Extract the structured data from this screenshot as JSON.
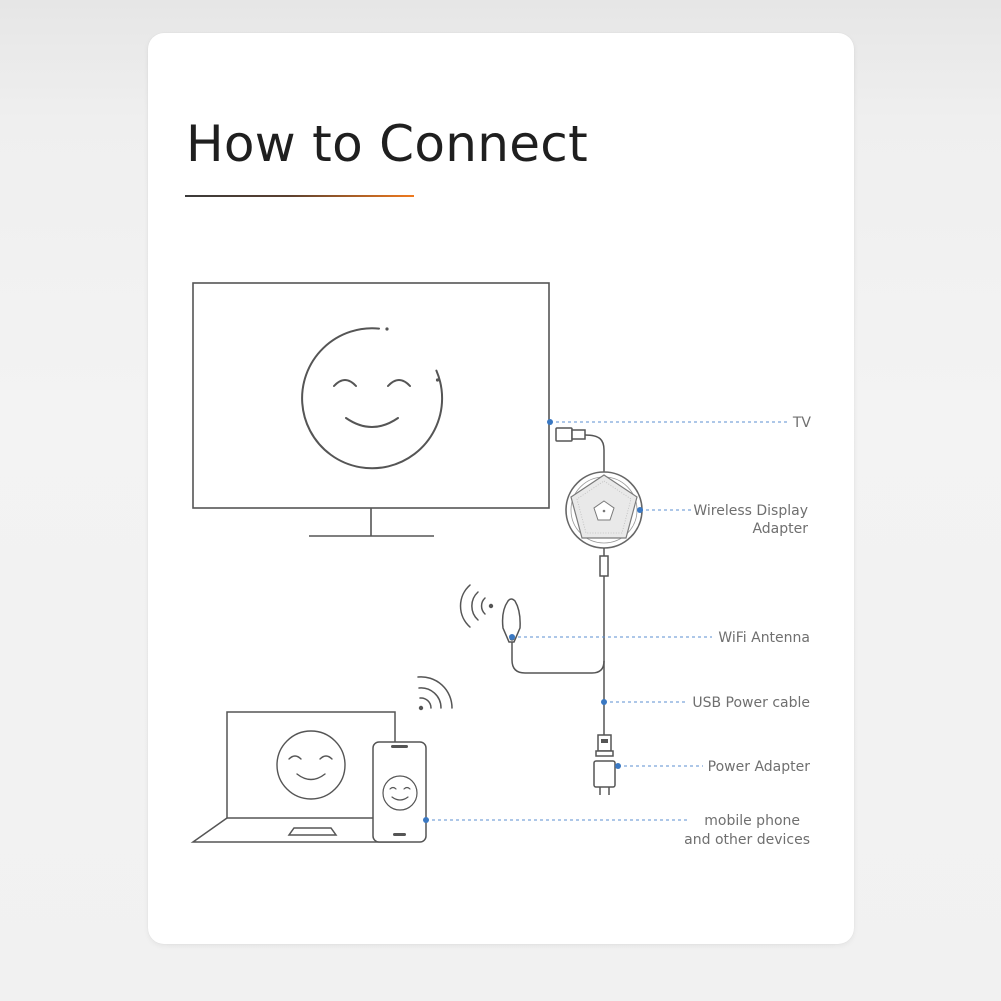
{
  "title": "How to Connect",
  "accent_colors": {
    "underline_start": "#3a3a3a",
    "underline_end": "#f07a1e",
    "leader_line": "#5b8fd0",
    "line_art": "#555555"
  },
  "labels": {
    "tv": "TV",
    "adapter_line1": "Wireless Display",
    "adapter_line2": "Adapter",
    "wifi_antenna": "WiFi Antenna",
    "usb_power_cable": "USB Power cable",
    "power_adapter": "Power Adapter",
    "mobile_line1": "mobile phone",
    "mobile_line2": "and other devices"
  },
  "icons": [
    "tv-icon",
    "smiley-face-icon",
    "hdmi-plug-icon",
    "wireless-display-adapter-icon",
    "wifi-antenna-icon",
    "wifi-signal-icon",
    "usb-plug-icon",
    "power-adapter-icon",
    "laptop-icon",
    "smartphone-icon"
  ]
}
